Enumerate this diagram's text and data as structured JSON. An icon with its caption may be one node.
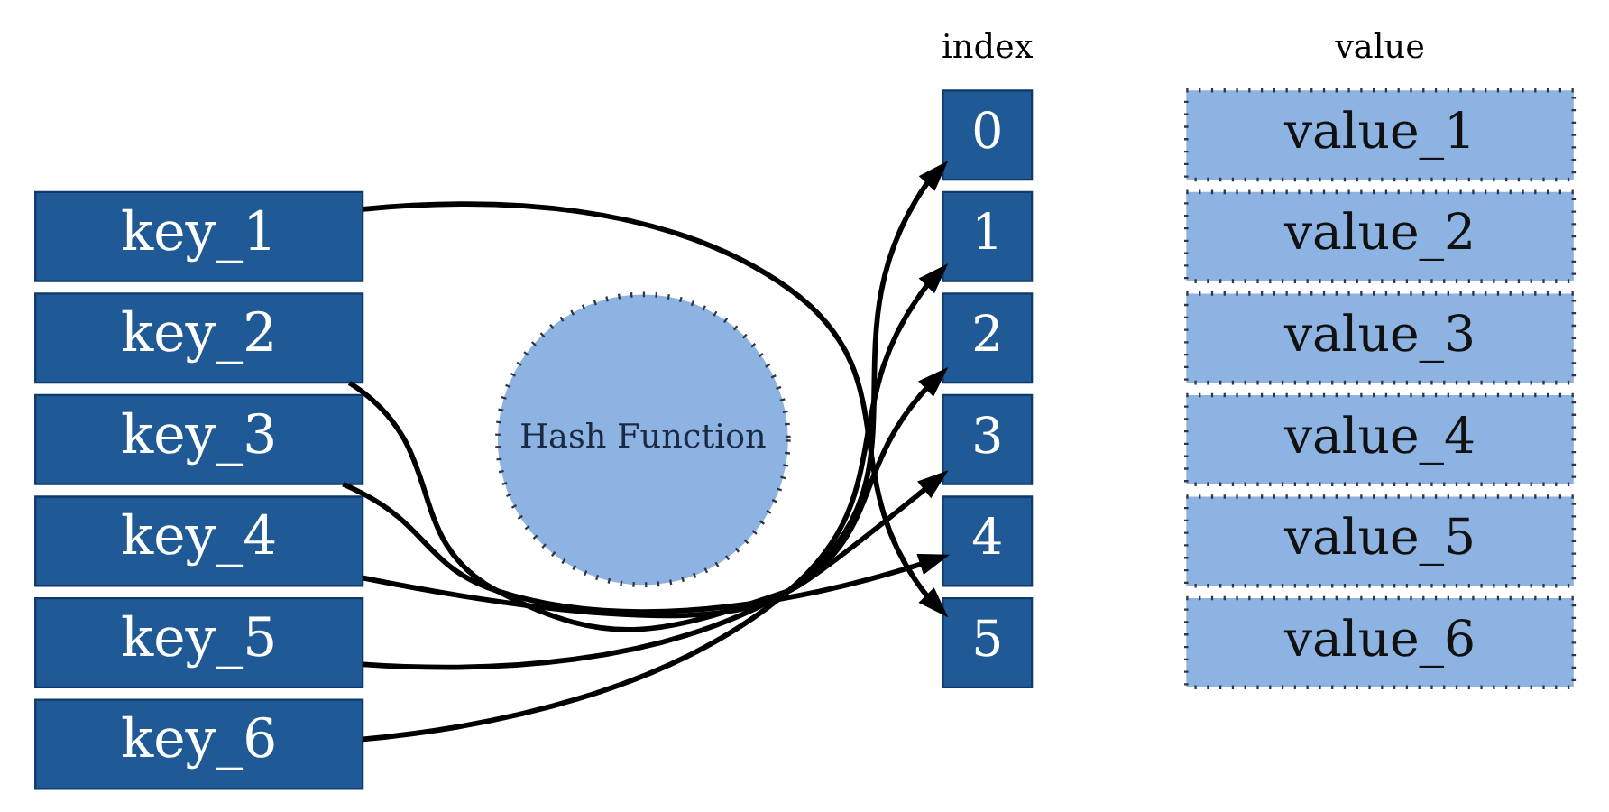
{
  "diagram": {
    "nodes": [
      {
        "text": [
          "key_1"
        ]
      },
      {
        "text": [
          "key_2"
        ]
      },
      {
        "text": [
          "key_3"
        ]
      },
      {
        "text": [
          "key_4"
        ]
      },
      {
        "text": [
          "key_5"
        ]
      },
      {
        "text": [
          "key_6"
        ]
      },
      {
        "text": [
          "Hash Function"
        ]
      },
      {
        "text": [
          "0"
        ]
      },
      {
        "text": [
          "value_1"
        ]
      },
      {
        "text": [
          "1"
        ]
      },
      {
        "text": [
          "value_2"
        ]
      },
      {
        "text": [
          "2"
        ]
      },
      {
        "text": [
          "value_3"
        ]
      },
      {
        "text": [
          "3"
        ]
      },
      {
        "text": [
          "value_4"
        ]
      },
      {
        "text": [
          "4"
        ]
      },
      {
        "text": [
          "value_5"
        ]
      },
      {
        "text": [
          "5"
        ]
      },
      {
        "text": [
          "value_6"
        ]
      }
    ],
    "edges": [
      {
        "from": 0,
        "to": 17,
        "arrow": "to"
      },
      {
        "from": 1,
        "to": 13,
        "arrow": "to"
      },
      {
        "from": 2,
        "to": 15,
        "arrow": "to"
      },
      {
        "from": 3,
        "to": 7,
        "arrow": "to"
      },
      {
        "from": 4,
        "to": 11,
        "arrow": "to"
      },
      {
        "from": 5,
        "to": 9,
        "arrow": "to"
      }
    ],
    "labels": [
      "index",
      "value"
    ]
  }
}
